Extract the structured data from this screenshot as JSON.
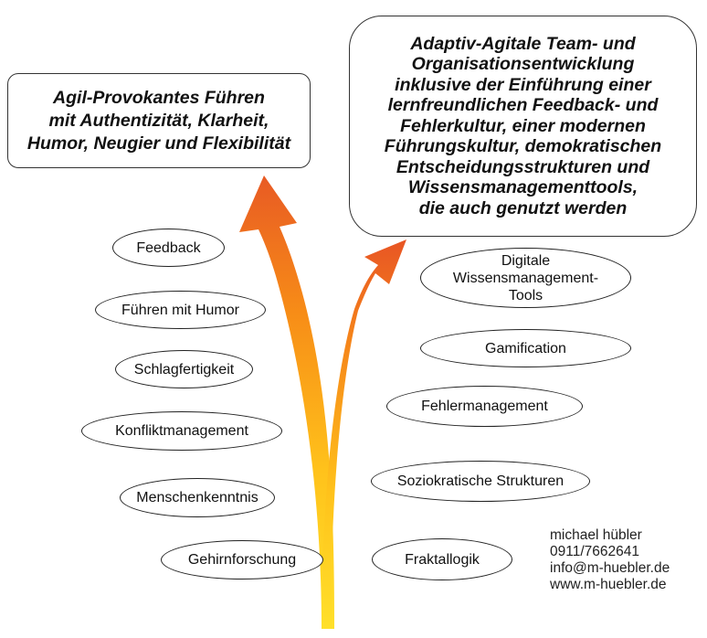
{
  "goals": {
    "left": "Agil-Provokantes Führen\nmit Authentizität, Klarheit,\nHumor, Neugier und Flexibilität",
    "right": "Adaptiv-Agitale Team- und\nOrganisationsentwicklung\ninklusive der Einführung einer\nlernfreundlichen Feedback- und\nFehlerkultur, einer modernen\nFührungskultur, demokratischen\nEntscheidungsstrukturen und\nWissensmanagementtools,\ndie auch genutzt werden"
  },
  "left_items": [
    "Feedback",
    "Führen mit Humor",
    "Schlagfertigkeit",
    "Konfliktmanagement",
    "Menschenkenntnis",
    "Gehirnforschung"
  ],
  "right_items": [
    "Digitale\nWissensmanagement-\nTools",
    "Gamification",
    "Fehlermanagement",
    "Soziokratische Strukturen",
    "Fraktallogik"
  ],
  "contact": {
    "name": "michael hübler",
    "phone": "0911/7662641",
    "email": "info@m-huebler.de",
    "web": "www.m-huebler.de"
  },
  "colors": {
    "arrow_base": "#ffd21a",
    "arrow_mid": "#fb9a14",
    "arrow_tip": "#ea5a23",
    "outline": "#333333"
  }
}
